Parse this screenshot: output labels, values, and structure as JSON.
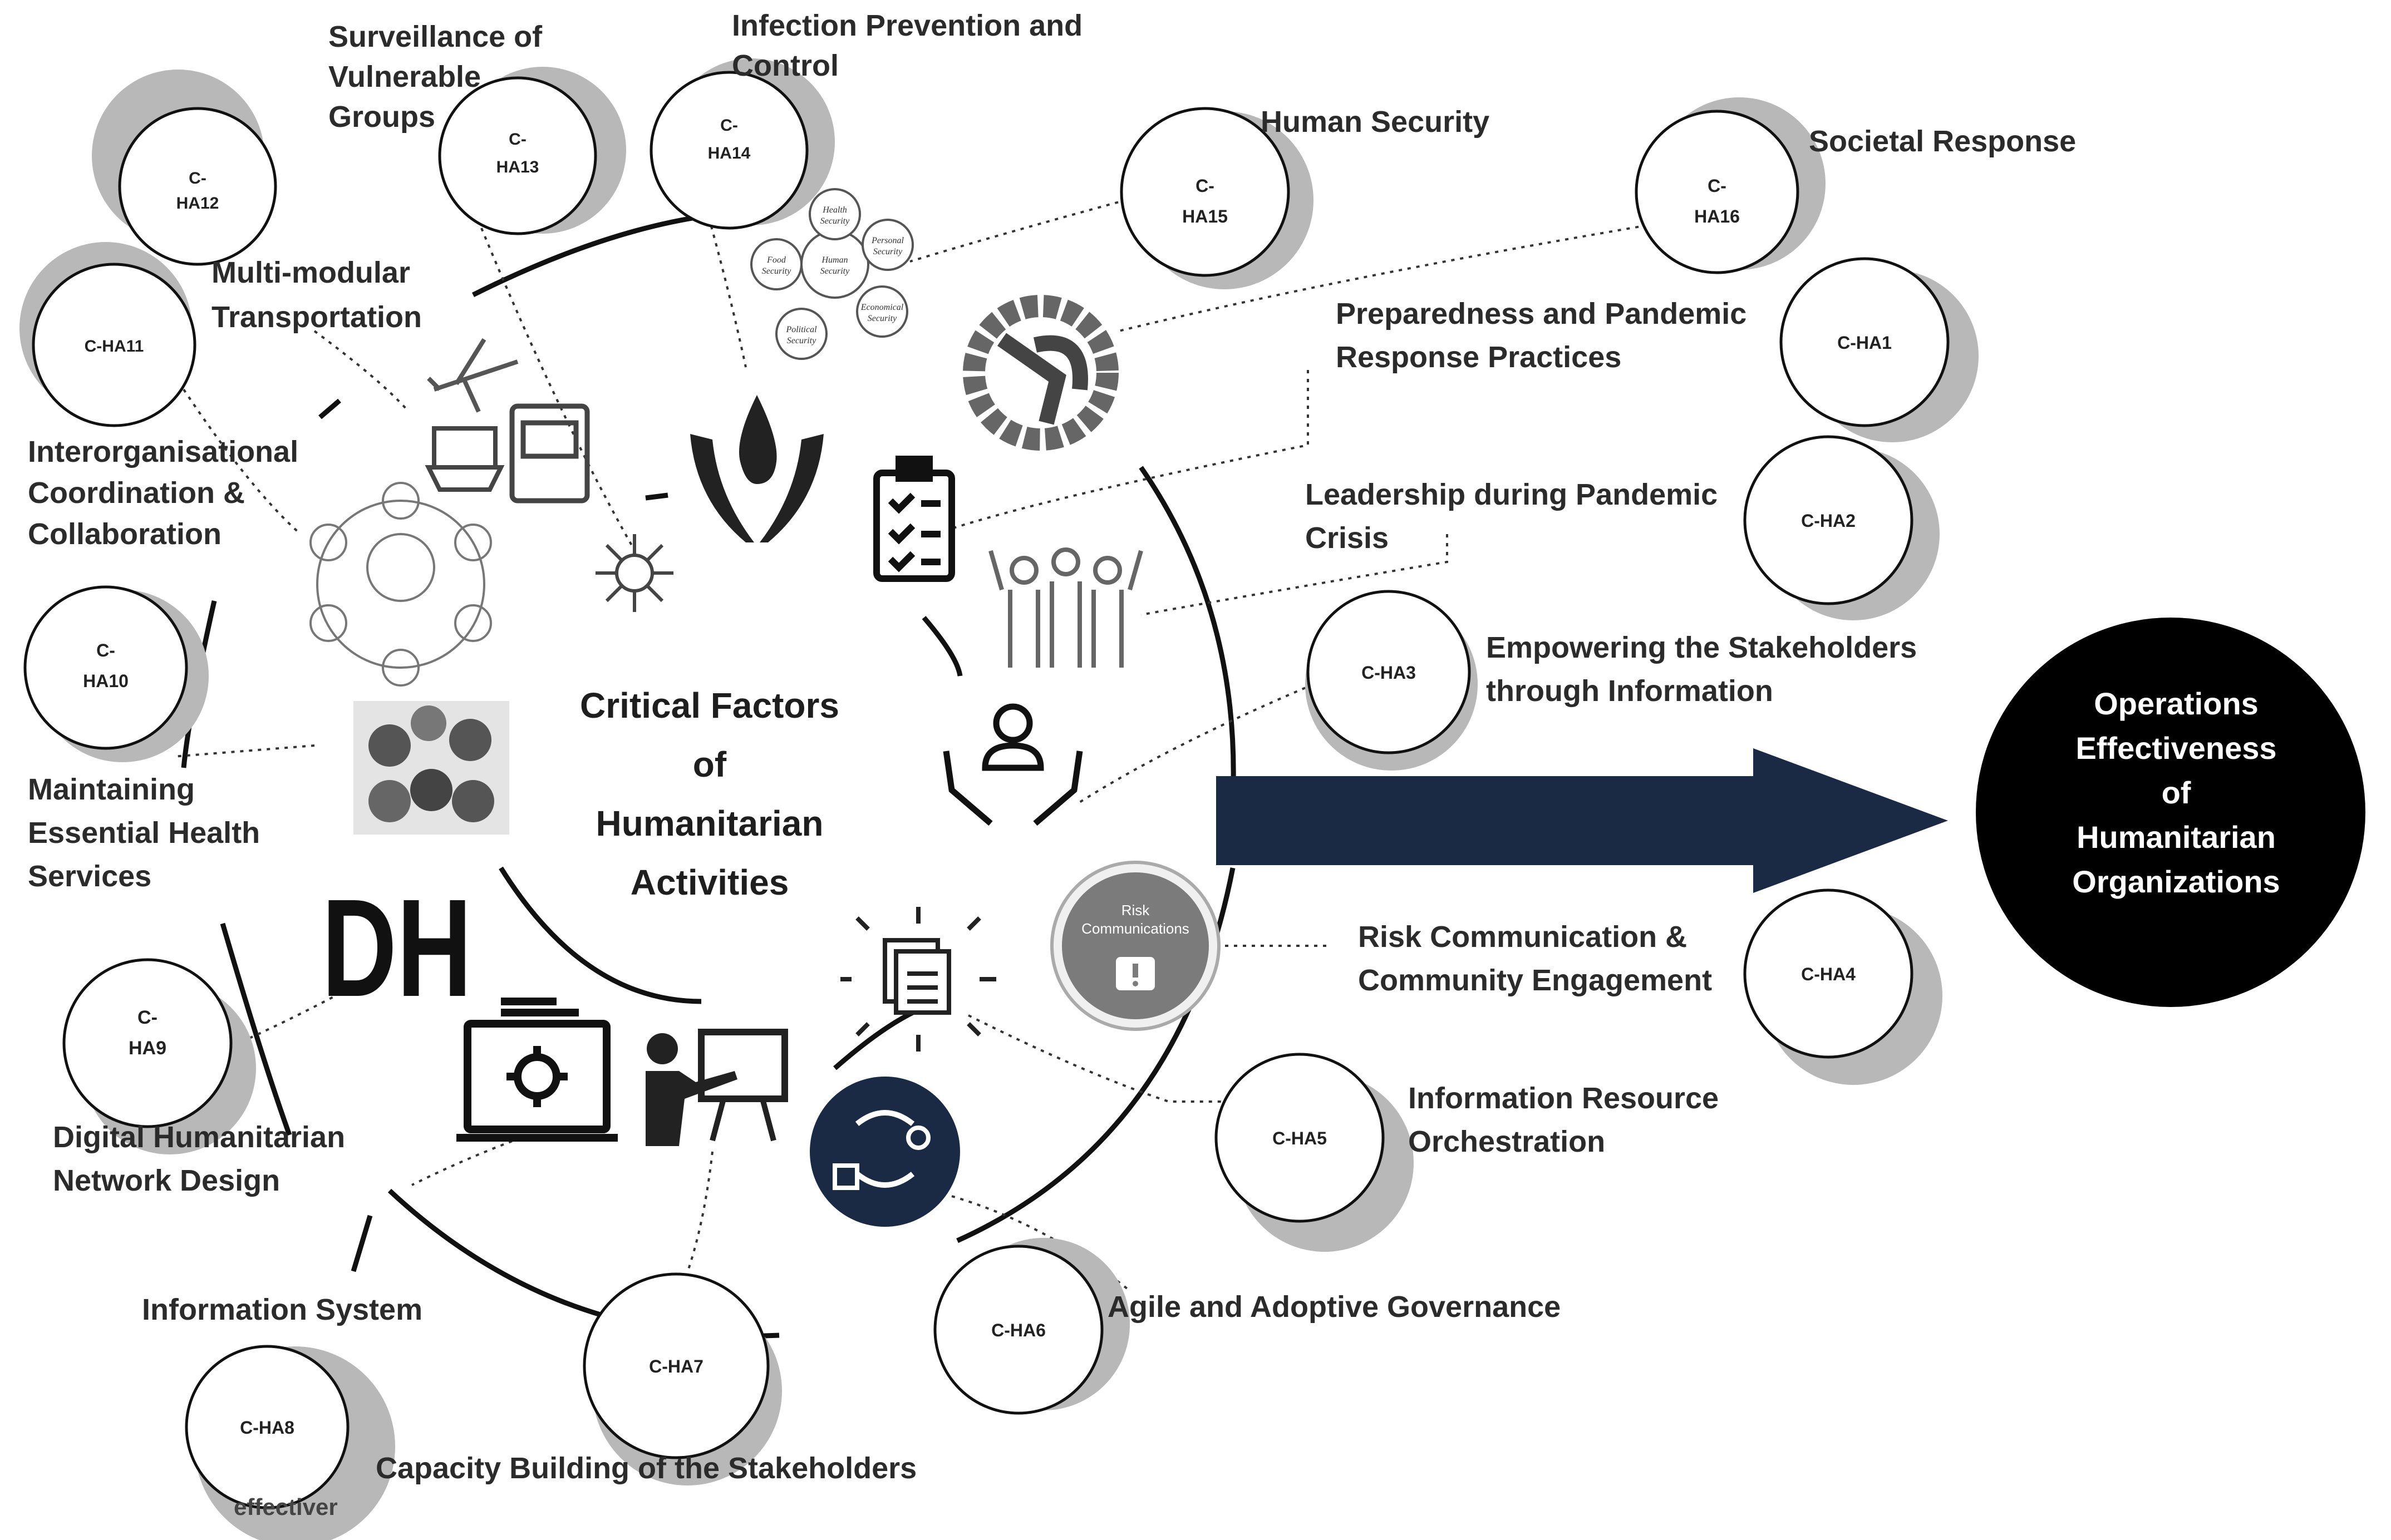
{
  "center_title": "Critical Factors\nof\nHumanitarian\nActivities",
  "outcome": "Operations\nEffectiveness\nof\nHumanitarian\nOrganizations",
  "factors": [
    {
      "code": "C-HA1",
      "label": "Preparedness and Pandemic\nResponse Practices"
    },
    {
      "code": "C-HA2",
      "label": "Leadership during Pandemic\nCrisis"
    },
    {
      "code": "C-HA3",
      "label": "Empowering the Stakeholders\nthrough Information"
    },
    {
      "code": "C-HA4",
      "label": "Risk Communication &\nCommunity Engagement"
    },
    {
      "code": "C-HA5",
      "label": "Information Resource\nOrchestration"
    },
    {
      "code": "C-HA6",
      "label": "Agile and Adoptive Governance"
    },
    {
      "code": "C-HA7",
      "label": "Capacity Building of the Stakeholders"
    },
    {
      "code": "C-HA8",
      "label": "Information System"
    },
    {
      "code": "C-\nHA9",
      "label": "Digital Humanitarian\nNetwork Design"
    },
    {
      "code": "C-\nHA10",
      "label": "Maintaining\nEssential Health\nServices"
    },
    {
      "code": "C-HA11",
      "label": "Interorganisational\nCoordination &\nCollaboration"
    },
    {
      "code": "C-\nHA12",
      "label": "Multi-modular\nTransportation"
    },
    {
      "code": "C-\nHA13",
      "label": "Surveillance of\nVulnerable\nGroups"
    },
    {
      "code": "C-\nHA14",
      "label": "Infection Prevention and\nControl"
    },
    {
      "code": "C-\nHA15",
      "label": "Human Security"
    },
    {
      "code": "C-\nHA16",
      "label": "Societal Response"
    }
  ],
  "icon_texts": {
    "risk_badge": "Risk\nCommunications",
    "dh_logo": "DH",
    "human_security": [
      "Human\nSecurity",
      "Food\nSecurity",
      "Personal\nSecurity",
      "Political\nSecurity",
      "Economical\nSecurity",
      "Health\nSecurity"
    ]
  },
  "fragment_text": "effectiver",
  "colors": {
    "arrow": "#1a2a44",
    "outcome_fill": "#000000",
    "circle_shadow": "#b8b8b8",
    "text": "#2b2b2b"
  }
}
